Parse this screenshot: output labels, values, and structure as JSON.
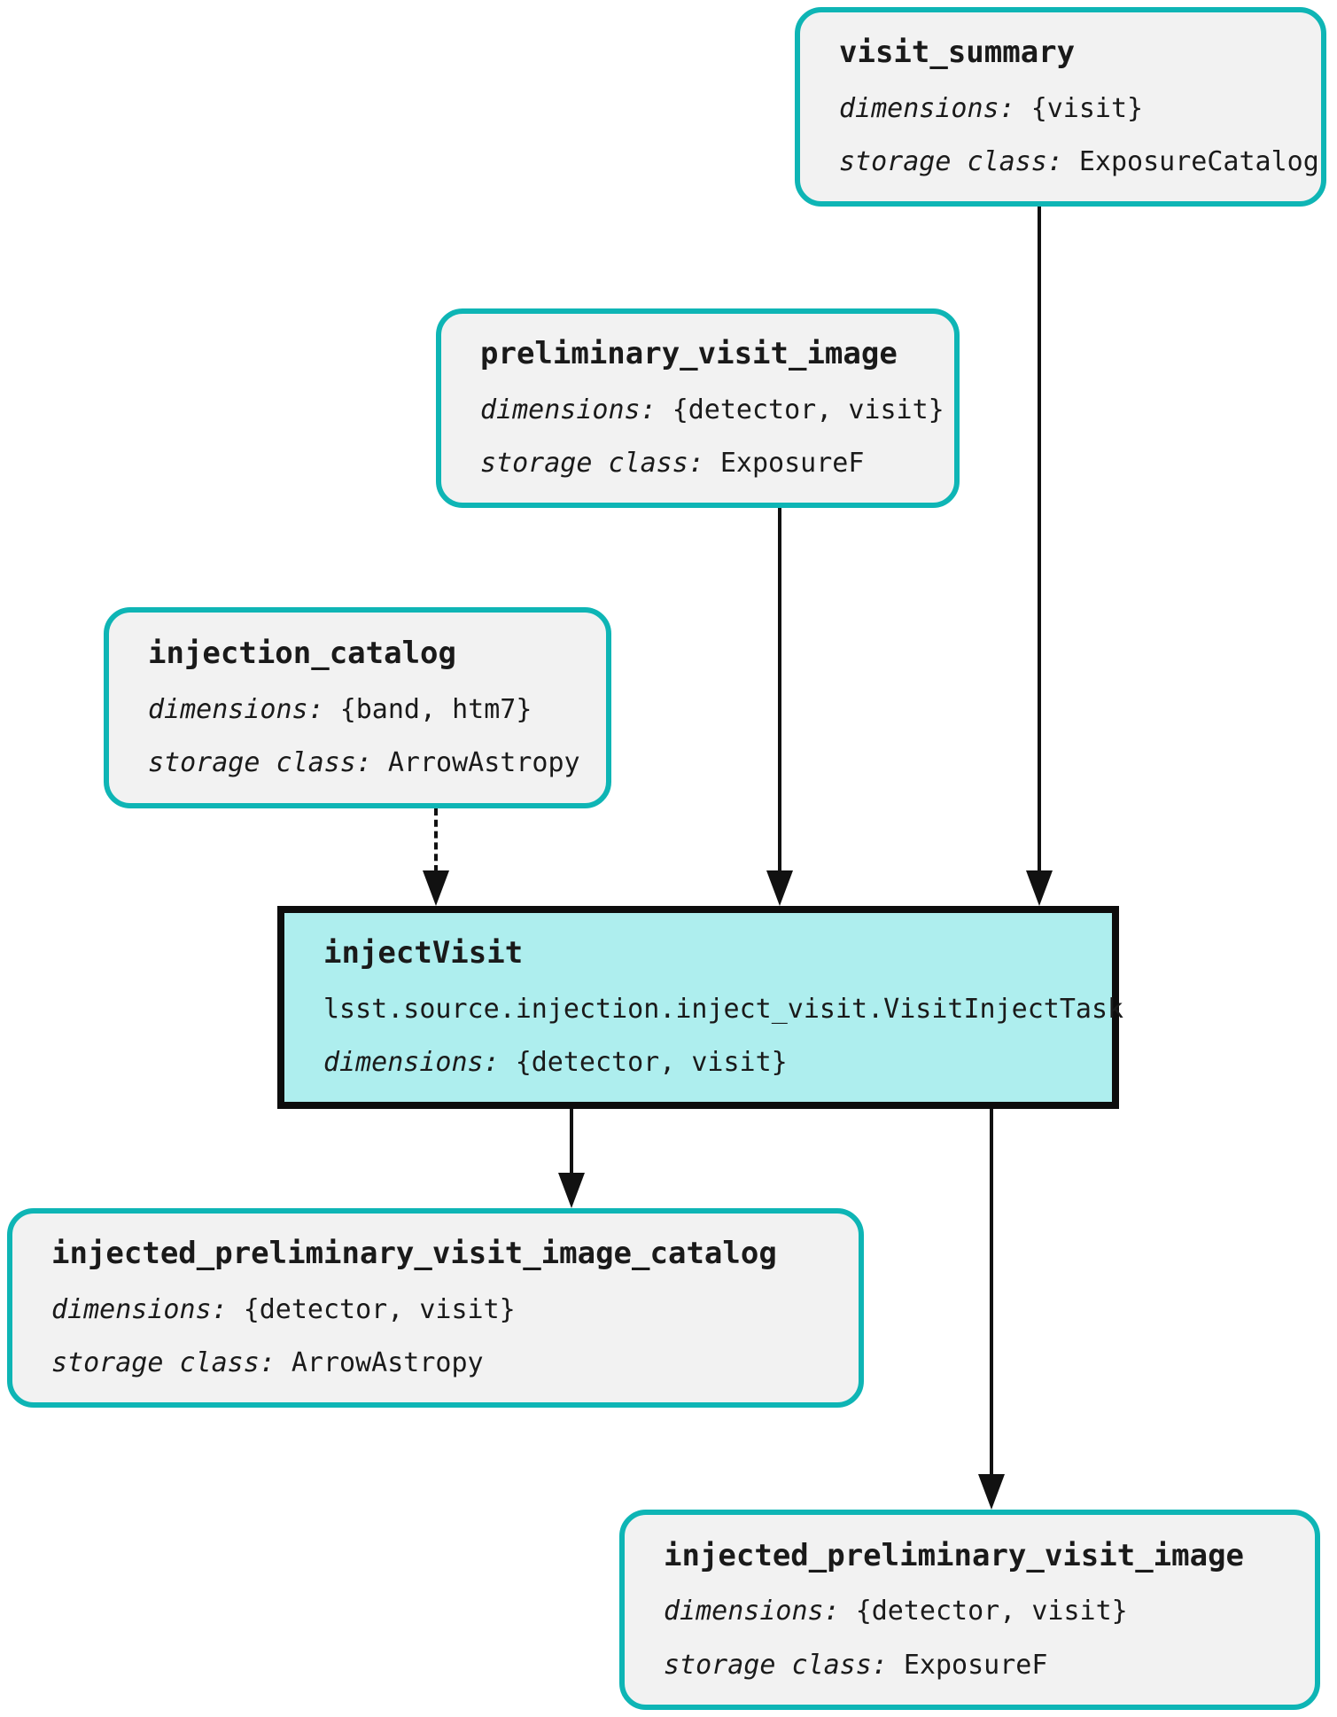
{
  "colors": {
    "dataset_border": "#0eb5b5",
    "dataset_fill": "#f2f2f2",
    "task_border": "#0d0d0d",
    "task_fill": "#aeeeee",
    "arrow": "#111111",
    "background": "#ffffff"
  },
  "nodes": {
    "visit_summary": {
      "title": "visit_summary",
      "dimensions_label": "dimensions:",
      "dimensions": "{visit}",
      "storage_label": "storage class:",
      "storage": "ExposureCatalog"
    },
    "preliminary_visit_image": {
      "title": "preliminary_visit_image",
      "dimensions_label": "dimensions:",
      "dimensions": "{detector, visit}",
      "storage_label": "storage class:",
      "storage": "ExposureF"
    },
    "injection_catalog": {
      "title": "injection_catalog",
      "dimensions_label": "dimensions:",
      "dimensions": "{band, htm7}",
      "storage_label": "storage class:",
      "storage": "ArrowAstropy"
    },
    "inject_visit_task": {
      "title": "injectVisit",
      "module": "lsst.source.injection.inject_visit.VisitInjectTask",
      "dimensions_label": "dimensions:",
      "dimensions": "{detector, visit}"
    },
    "injected_preliminary_visit_image_catalog": {
      "title": "injected_preliminary_visit_image_catalog",
      "dimensions_label": "dimensions:",
      "dimensions": "{detector, visit}",
      "storage_label": "storage class:",
      "storage": "ArrowAstropy"
    },
    "injected_preliminary_visit_image": {
      "title": "injected_preliminary_visit_image",
      "dimensions_label": "dimensions:",
      "dimensions": "{detector, visit}",
      "storage_label": "storage class:",
      "storage": "ExposureF"
    }
  },
  "edges": [
    {
      "from": "injection_catalog",
      "to": "injectVisit",
      "style": "dashed"
    },
    {
      "from": "preliminary_visit_image",
      "to": "injectVisit",
      "style": "solid"
    },
    {
      "from": "visit_summary",
      "to": "injectVisit",
      "style": "solid"
    },
    {
      "from": "injectVisit",
      "to": "injected_preliminary_visit_image_catalog",
      "style": "solid"
    },
    {
      "from": "injectVisit",
      "to": "injected_preliminary_visit_image",
      "style": "solid"
    }
  ]
}
